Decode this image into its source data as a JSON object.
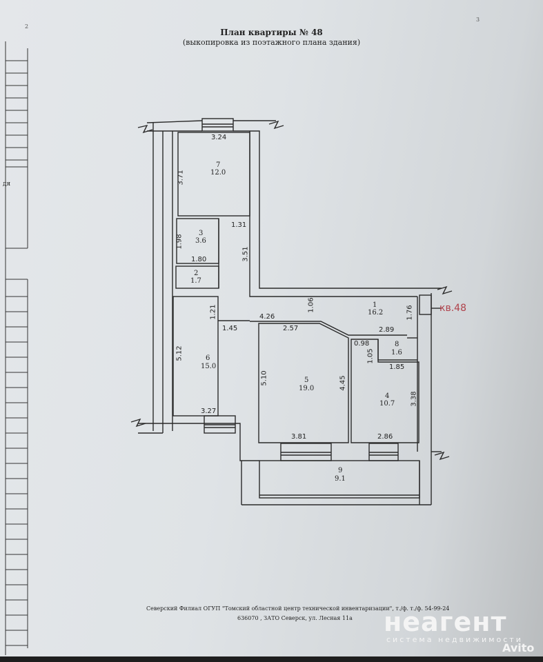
{
  "document": {
    "page_number_left": "2",
    "page_number_right": "3",
    "title": "План квартиры № 48",
    "subtitle": "(выкопировка из поэтажного плана здания)",
    "left_page_fragment": "дя",
    "apartment_tag": "кв.48",
    "footer_line1": "Северский Филиал ОГУП \"Томский областной центр технической инвентаризации\", т./ф. т./ф. 54-99-24",
    "footer_line2": "636070 , ЗАТО Северск, ул. Лесная 11а"
  },
  "rooms": [
    {
      "number": "1",
      "area": "16.2"
    },
    {
      "number": "2",
      "area": "1.7"
    },
    {
      "number": "3",
      "area": "3.6"
    },
    {
      "number": "4",
      "area": "10.7"
    },
    {
      "number": "5",
      "area": "19.0"
    },
    {
      "number": "6",
      "area": "15.0"
    },
    {
      "number": "7",
      "area": "12.0"
    },
    {
      "number": "8",
      "area": "1.6"
    },
    {
      "number": "9",
      "area": "9.1"
    }
  ],
  "dimensions": [
    "3.24",
    "3.71",
    "1.31",
    "1.98",
    "1.80",
    "3.51",
    "1.06",
    "1.21",
    "4.26",
    "1.45",
    "2.57",
    "2.89",
    "0.98",
    "1.05",
    "1.85",
    "1.76",
    "5.12",
    "5.10",
    "4.45",
    "3.38",
    "3.27",
    "3.81",
    "2.86"
  ],
  "watermark": {
    "brand": "неагент",
    "tagline": "система недвижимости",
    "site": "Avito"
  },
  "colors": {
    "line": "#2a2a2a",
    "tag": "#b0414a"
  }
}
